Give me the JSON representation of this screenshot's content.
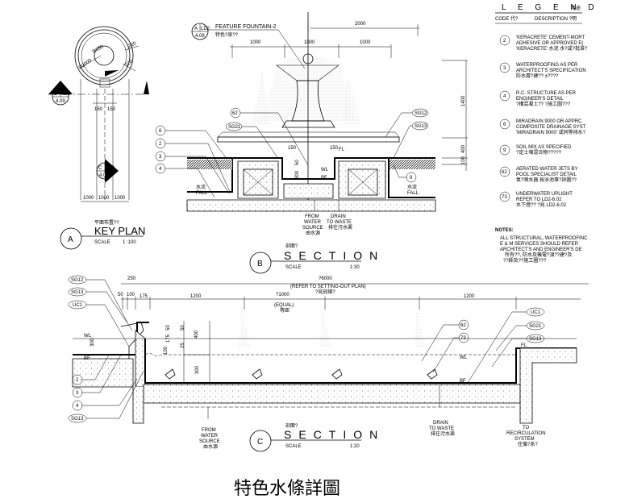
{
  "title": "特色水條詳圖",
  "legend": {
    "heading": "L E G E N D",
    "heading_cn": "用途",
    "col_code": "CODE 代?",
    "col_desc": "DESCRIPTION ?明",
    "items": [
      {
        "code": "2",
        "lines": [
          "'KERACRETE' CEMENT-MORT",
          "ADHESIVE OR APPROVED E(",
          "'KERACRETE' 水泥 水?或?批准?"
        ]
      },
      {
        "code": "3",
        "lines": [
          "WATERPROOFING AS PER",
          "ARCHITECT'S SPECIFICATION",
          "防水層?建?? ±????"
        ]
      },
      {
        "code": "4",
        "lines": [
          "R.C. STRUCTURE AS PER",
          "ENGINEER'S DETAIL",
          "?構混凝土?? ?施工圖???"
        ]
      },
      {
        "code": "6",
        "lines": [
          "MIRADRAIN 9000 OR APPRC",
          "COMPOSITE DRAINAGE SYST",
          "'MIRADRAIN 9000' 或同等排水?"
        ]
      },
      {
        "code": "9",
        "lines": [
          "SOIL MIX AS SPECIFIED",
          "?定土壤混合物?????"
        ]
      },
      {
        "code": "62",
        "lines": [
          "AERATED WATER JETS BY",
          "POOL SPECIALIST DETAIL",
          "氣?噴水器 按泳池專?詳圖??"
        ]
      },
      {
        "code": "73",
        "lines": [
          "UNDERWATER UPLIGHT",
          "REFER TO LD2-6.02",
          "水下燈?? ?見 LD2-6.02"
        ]
      }
    ],
    "notes_heading": "NOTES:",
    "notes": [
      "ALL STRUCTURAL, WATERPROOFINC",
      "E & M SERVICES SHOULD REFER",
      "ARCHITECT'S AND ENGINEER'S DE",
      "所有??, 防水及機電?須??建?及",
      "??師及??施工圖???"
    ]
  },
  "key_plan": {
    "label": "A",
    "title": "KEY PLAN",
    "title_cn": "平面布置??",
    "scale_label": "SCALE",
    "scale": "1 :100",
    "dims": {
      "r": "R650",
      "dia": "Ø2000",
      "d220a": "220",
      "d220b": "220",
      "d150a": "150",
      "d150b": "150",
      "d1000a": "1000",
      "d1000b": "1000",
      "d1000c": "1000"
    },
    "marker_b": {
      "letter": "B",
      "sheet": "LD2",
      "ref": "4.09"
    },
    "marker_c": {
      "letter": "C",
      "sheet": "LD2",
      "ref": "4.09"
    }
  },
  "section_b": {
    "label": "B",
    "title": "SECTION",
    "title_cn": "剖面?",
    "scale_label": "SCALE",
    "scale": "1:30",
    "callout": {
      "letter": "A",
      "sheet": "LD2",
      "ref": "4.08",
      "text": "FEATURE FOUNTAIN-2",
      "text_cn": "特色?泉??"
    },
    "dims": {
      "total": "2000",
      "half1": "1000",
      "half2": "1000",
      "half3": "1000",
      "h1400": "1400",
      "h400": "400",
      "h100": "100",
      "w150a": "150",
      "w150b": "150",
      "d300": "300",
      "d50": "50"
    },
    "tags": [
      "62",
      "SG21",
      "6",
      "2",
      "3",
      "4",
      "SG12",
      "SG13",
      "9"
    ],
    "levels": {
      "fl": "FL",
      "wl": "WL",
      "bf": "BF"
    },
    "fall": "FALL",
    "fall_cn": "水流",
    "from_water": [
      "FROM",
      "WATER",
      "SOURCE",
      "由水源"
    ],
    "drain": [
      "DRAIN",
      "TO WASTE",
      "排往污水渠"
    ]
  },
  "section_c": {
    "label": "C",
    "title": "SECTION",
    "title_cn": "剖面?",
    "scale_label": "SCALE",
    "scale": "1:20",
    "dims": {
      "total": "?6000",
      "refer": "(REFER TO SETTING-OUT PLAN)",
      "refer_cn": "?見放線?",
      "d250": "250",
      "d50": "50",
      "d100": "100",
      "d175": "175",
      "d1200a": "1200",
      "d1000": "?1000",
      "equal": "(EQUAL)",
      "equal_cn": "等距",
      "d1200b": "1200",
      "v50a": "50",
      "v50b": "50",
      "v175": "175",
      "v25": "25",
      "v400": "400",
      "v100": "100",
      "v300a": "300",
      "v300b": "300"
    },
    "tags_left": [
      "SG12",
      "SG13",
      "UC1",
      "2",
      "3",
      "4",
      "SG13"
    ],
    "tags_right": [
      "62",
      "73",
      "UC1",
      "SG21",
      "SG13"
    ],
    "levels": {
      "fl": "FL",
      "wl": "WL",
      "bf": "BF"
    },
    "from_water": [
      "FROM",
      "WATER",
      "SOURCE",
      "由水源"
    ],
    "drain": [
      "DRAIN",
      "TO WASTE",
      "排往污水渠"
    ],
    "recirc": [
      "TO",
      "RECIRCULATION",
      "SYSTEM",
      "往循?系?"
    ]
  }
}
